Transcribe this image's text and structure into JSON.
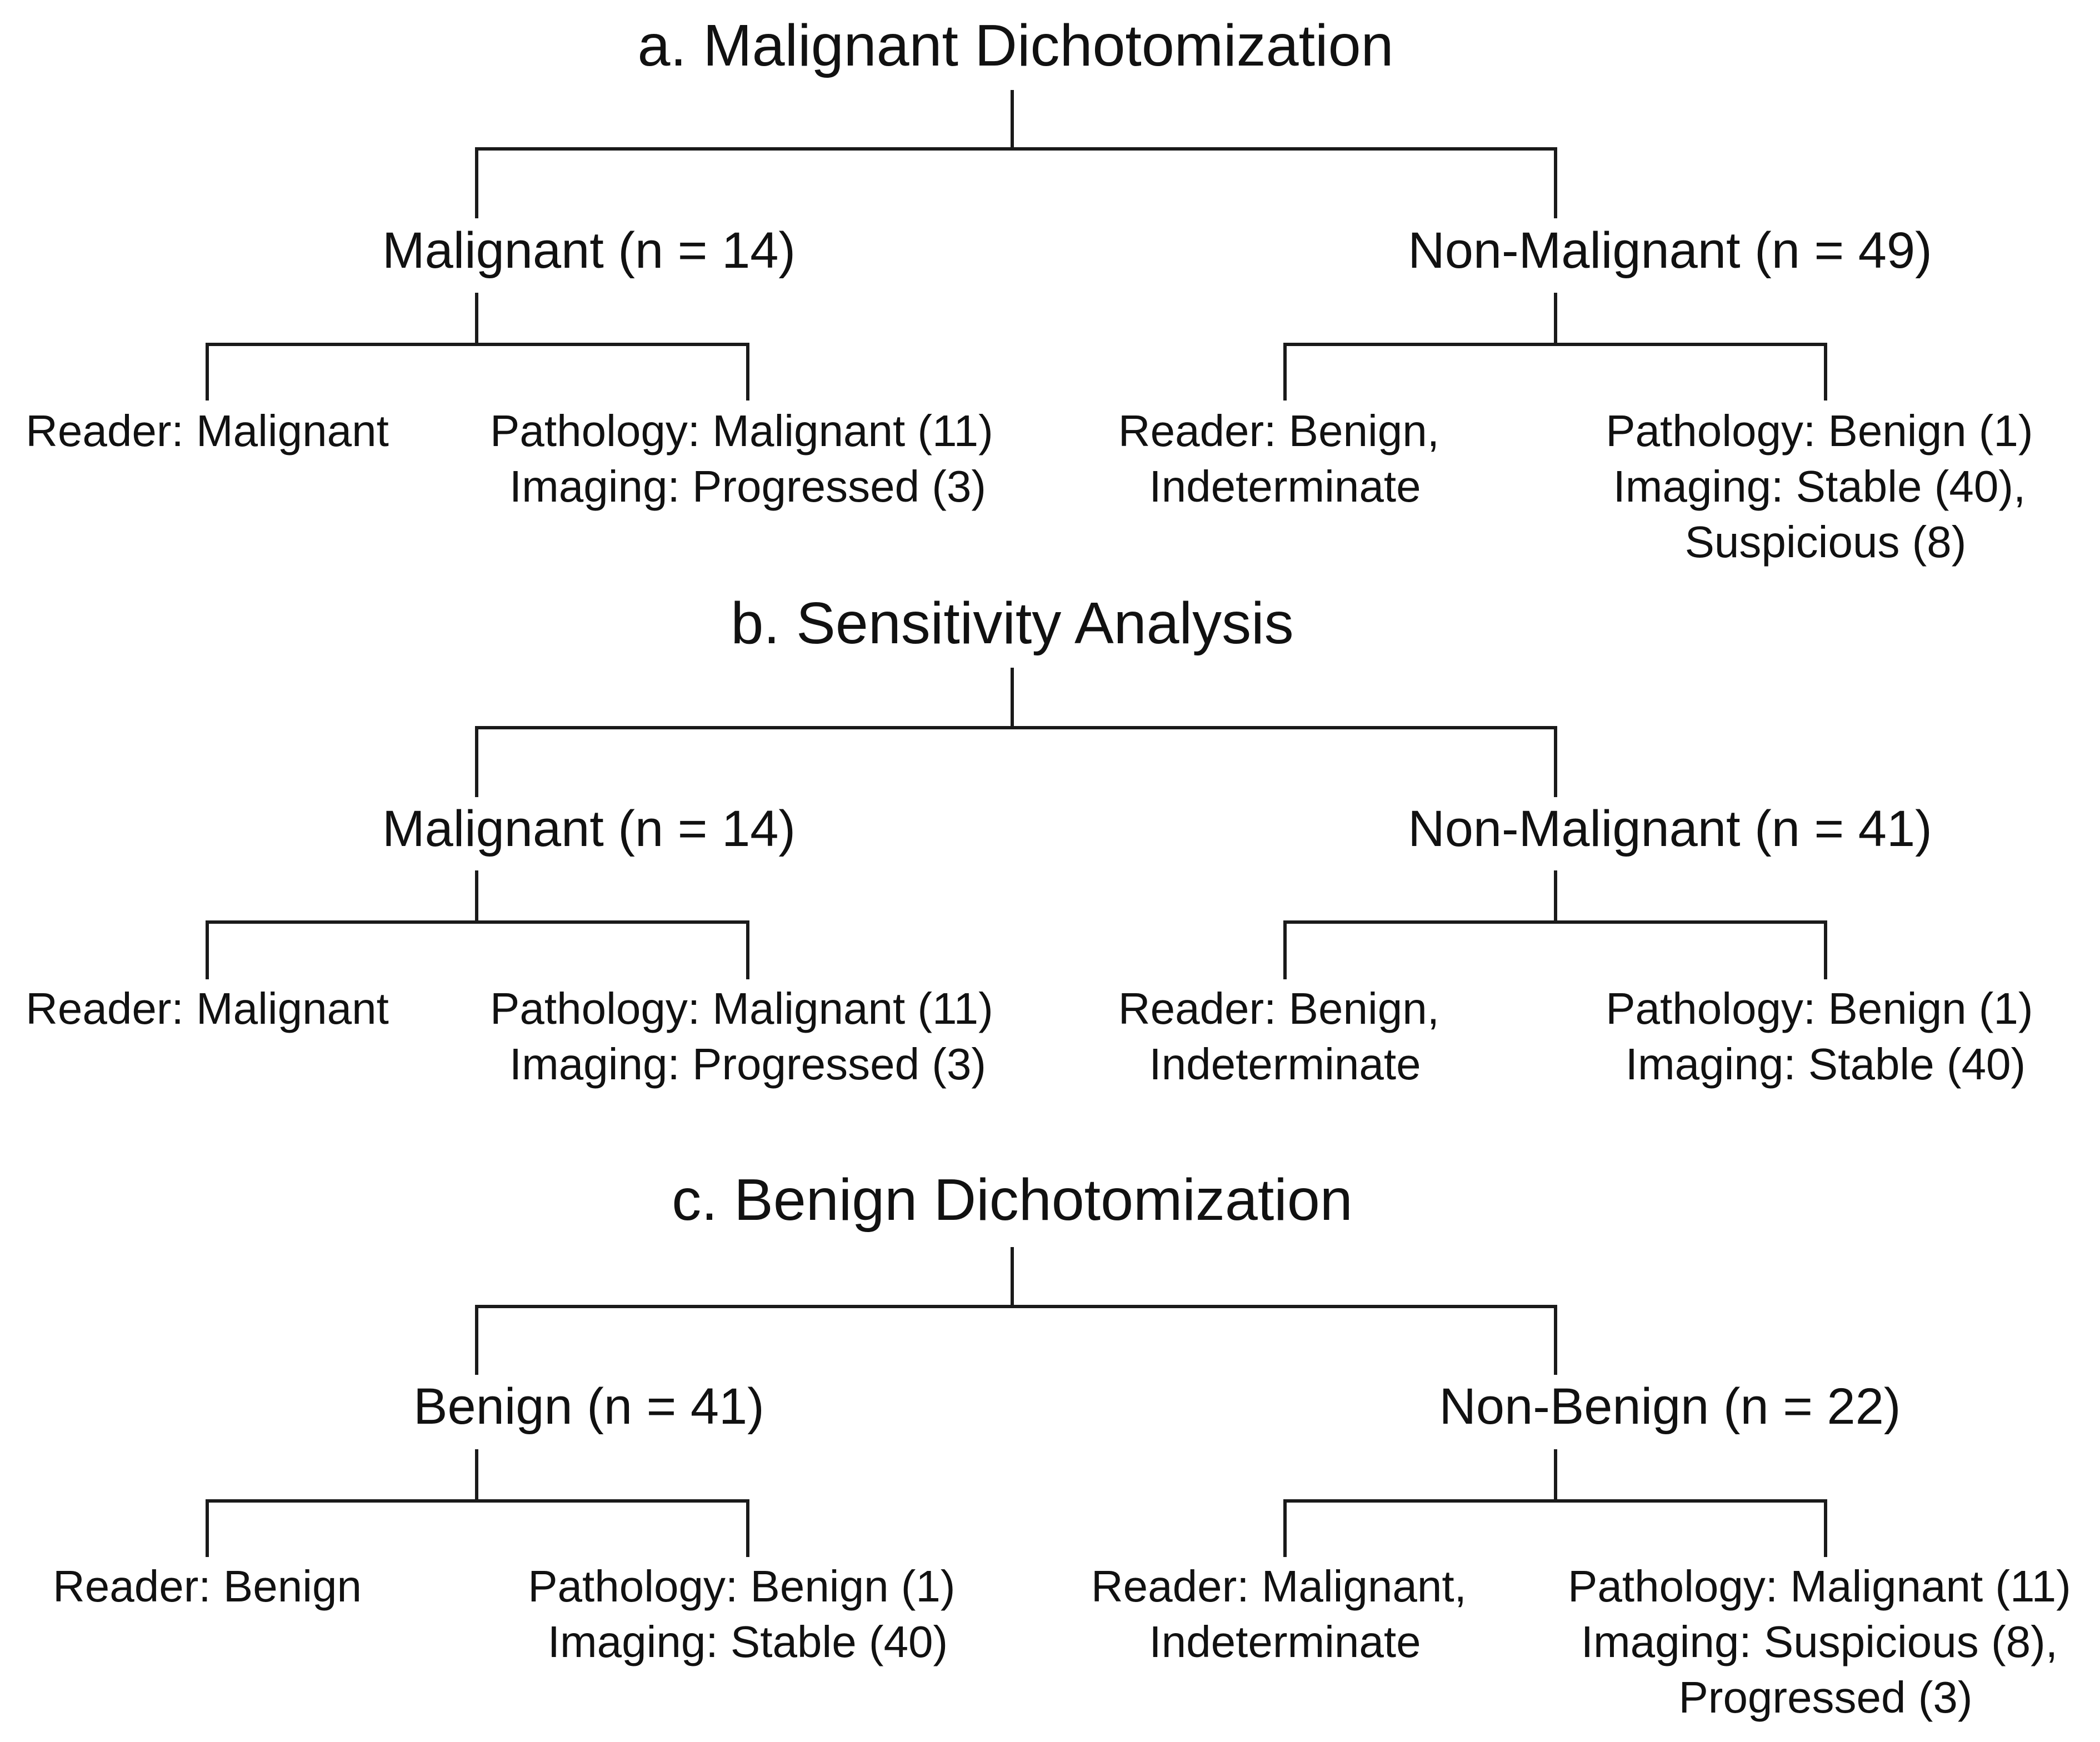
{
  "panels": [
    {
      "title": "a. Malignant Dichotomization",
      "left": {
        "label": "Malignant (n = 14)",
        "reader": [
          "Reader: Malignant"
        ],
        "reference": [
          "Pathology: Malignant (11)",
          "Imaging: Progressed (3)"
        ]
      },
      "right": {
        "label": "Non-Malignant (n = 49)",
        "reader": [
          "Reader: Benign,",
          "Indeterminate"
        ],
        "reference": [
          "Pathology: Benign (1)",
          "Imaging: Stable (40),",
          "Suspicious (8)"
        ]
      }
    },
    {
      "title": "b. Sensitivity Analysis",
      "left": {
        "label": "Malignant (n = 14)",
        "reader": [
          "Reader: Malignant"
        ],
        "reference": [
          "Pathology: Malignant (11)",
          "Imaging: Progressed (3)"
        ]
      },
      "right": {
        "label": "Non-Malignant (n = 41)",
        "reader": [
          "Reader: Benign,",
          "Indeterminate"
        ],
        "reference": [
          "Pathology: Benign (1)",
          "Imaging: Stable (40)"
        ]
      }
    },
    {
      "title": "c. Benign Dichotomization",
      "left": {
        "label": "Benign (n = 41)",
        "reader": [
          "Reader: Benign"
        ],
        "reference": [
          "Pathology: Benign (1)",
          "Imaging: Stable (40)"
        ]
      },
      "right": {
        "label": "Non-Benign (n = 22)",
        "reader": [
          "Reader: Malignant,",
          "Indeterminate"
        ],
        "reference": [
          "Pathology: Malignant (11)",
          "Imaging: Suspicious (8),",
          "Progressed (3)"
        ]
      }
    }
  ]
}
